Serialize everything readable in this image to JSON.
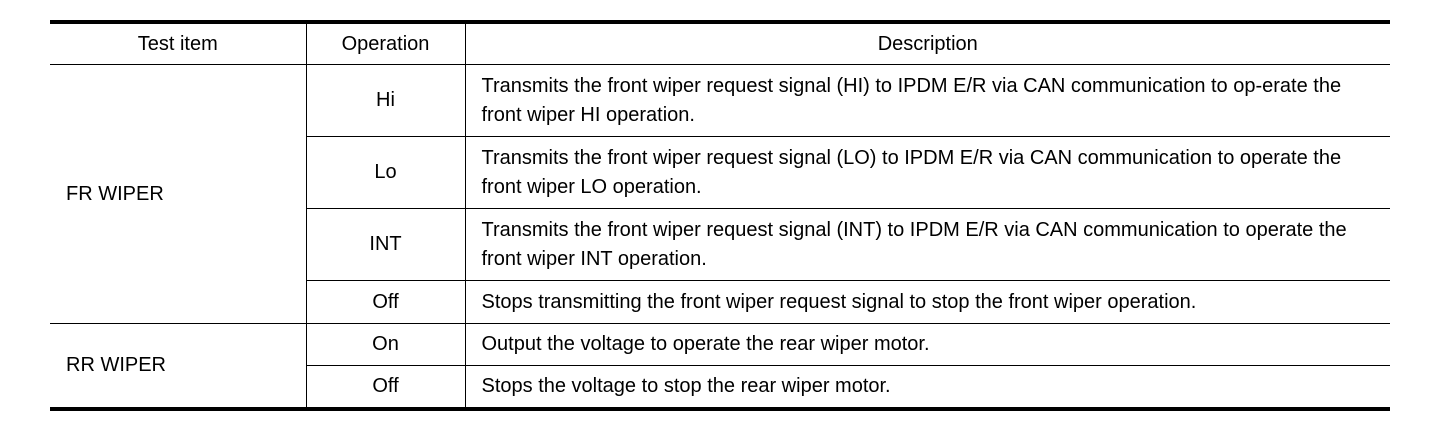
{
  "headers": {
    "test_item": "Test item",
    "operation": "Operation",
    "description": "Description"
  },
  "groups": [
    {
      "test_item": "FR WIPER",
      "rows": [
        {
          "operation": "Hi",
          "description": "Transmits the front wiper request signal (HI) to IPDM E/R via CAN communication to op-erate the front wiper HI operation."
        },
        {
          "operation": "Lo",
          "description": "Transmits the front wiper request signal (LO) to IPDM E/R via CAN communication to operate the front wiper LO operation."
        },
        {
          "operation": "INT",
          "description": "Transmits the front wiper request signal (INT) to IPDM E/R via CAN communication to operate the front wiper INT operation."
        },
        {
          "operation": "Off",
          "description": "Stops transmitting the front wiper request signal to stop the front wiper operation."
        }
      ]
    },
    {
      "test_item": "RR WIPER",
      "rows": [
        {
          "operation": "On",
          "description": "Output the voltage to operate the rear wiper motor."
        },
        {
          "operation": "Off",
          "description": "Stops the voltage to stop the rear wiper motor."
        }
      ]
    }
  ]
}
